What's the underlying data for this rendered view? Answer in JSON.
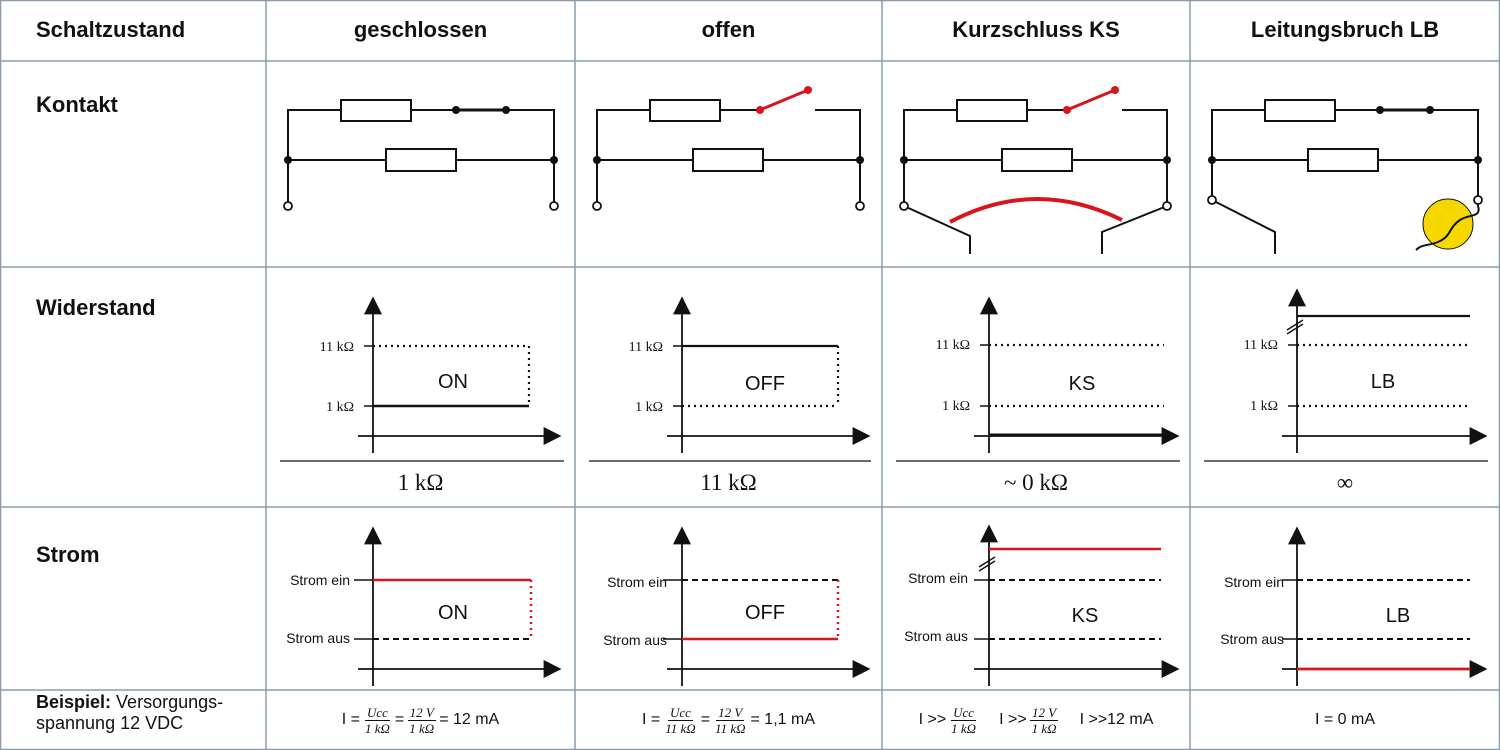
{
  "header": {
    "row_label": "Schaltzustand",
    "columns": [
      "geschlossen",
      "offen",
      "Kurzschluss KS",
      "Leitungsbruch LB"
    ]
  },
  "rows": {
    "contact": "Kontakt",
    "resistance": "Widerstand",
    "current": "Strom"
  },
  "resistance": {
    "tick_high": "11 kΩ",
    "tick_low": "1 kΩ",
    "labels": [
      "ON",
      "OFF",
      "KS",
      "LB"
    ],
    "values": [
      "1 kΩ",
      "11 kΩ",
      "~ 0 kΩ",
      "∞"
    ]
  },
  "current": {
    "tick_high": "Strom ein",
    "tick_low": "Strom aus",
    "labels": [
      "ON",
      "OFF",
      "KS",
      "LB"
    ]
  },
  "example": {
    "label": "Beispiel:",
    "text": "Versorgungs-spannung 12 VDC",
    "line1": "Versorgungs-",
    "line2": "spannung 12 VDC",
    "f1": {
      "prefix": "I =",
      "n1": "Ucc",
      "d1": "1 kΩ",
      "eq": "=",
      "n2": "12 V",
      "d2": "1 kΩ",
      "result": "= 12 mA"
    },
    "f2": {
      "prefix": "I =",
      "n1": "Ucc",
      "d1": "11 kΩ",
      "eq": "=",
      "n2": "12 V",
      "d2": "11 kΩ",
      "result": "= 1,1 mA"
    },
    "f3": {
      "prefix": "I >>",
      "n1": "Ucc",
      "d1": "1 kΩ",
      "mid": "I >>",
      "n2": "12 V",
      "d2": "1 kΩ",
      "result": "I >>12 mA"
    },
    "f4": "I = 0 mA"
  },
  "colors": {
    "grid": "#8a9bb0",
    "line": "#111111",
    "red": "#d8141c",
    "fuse": "#f5d800"
  }
}
